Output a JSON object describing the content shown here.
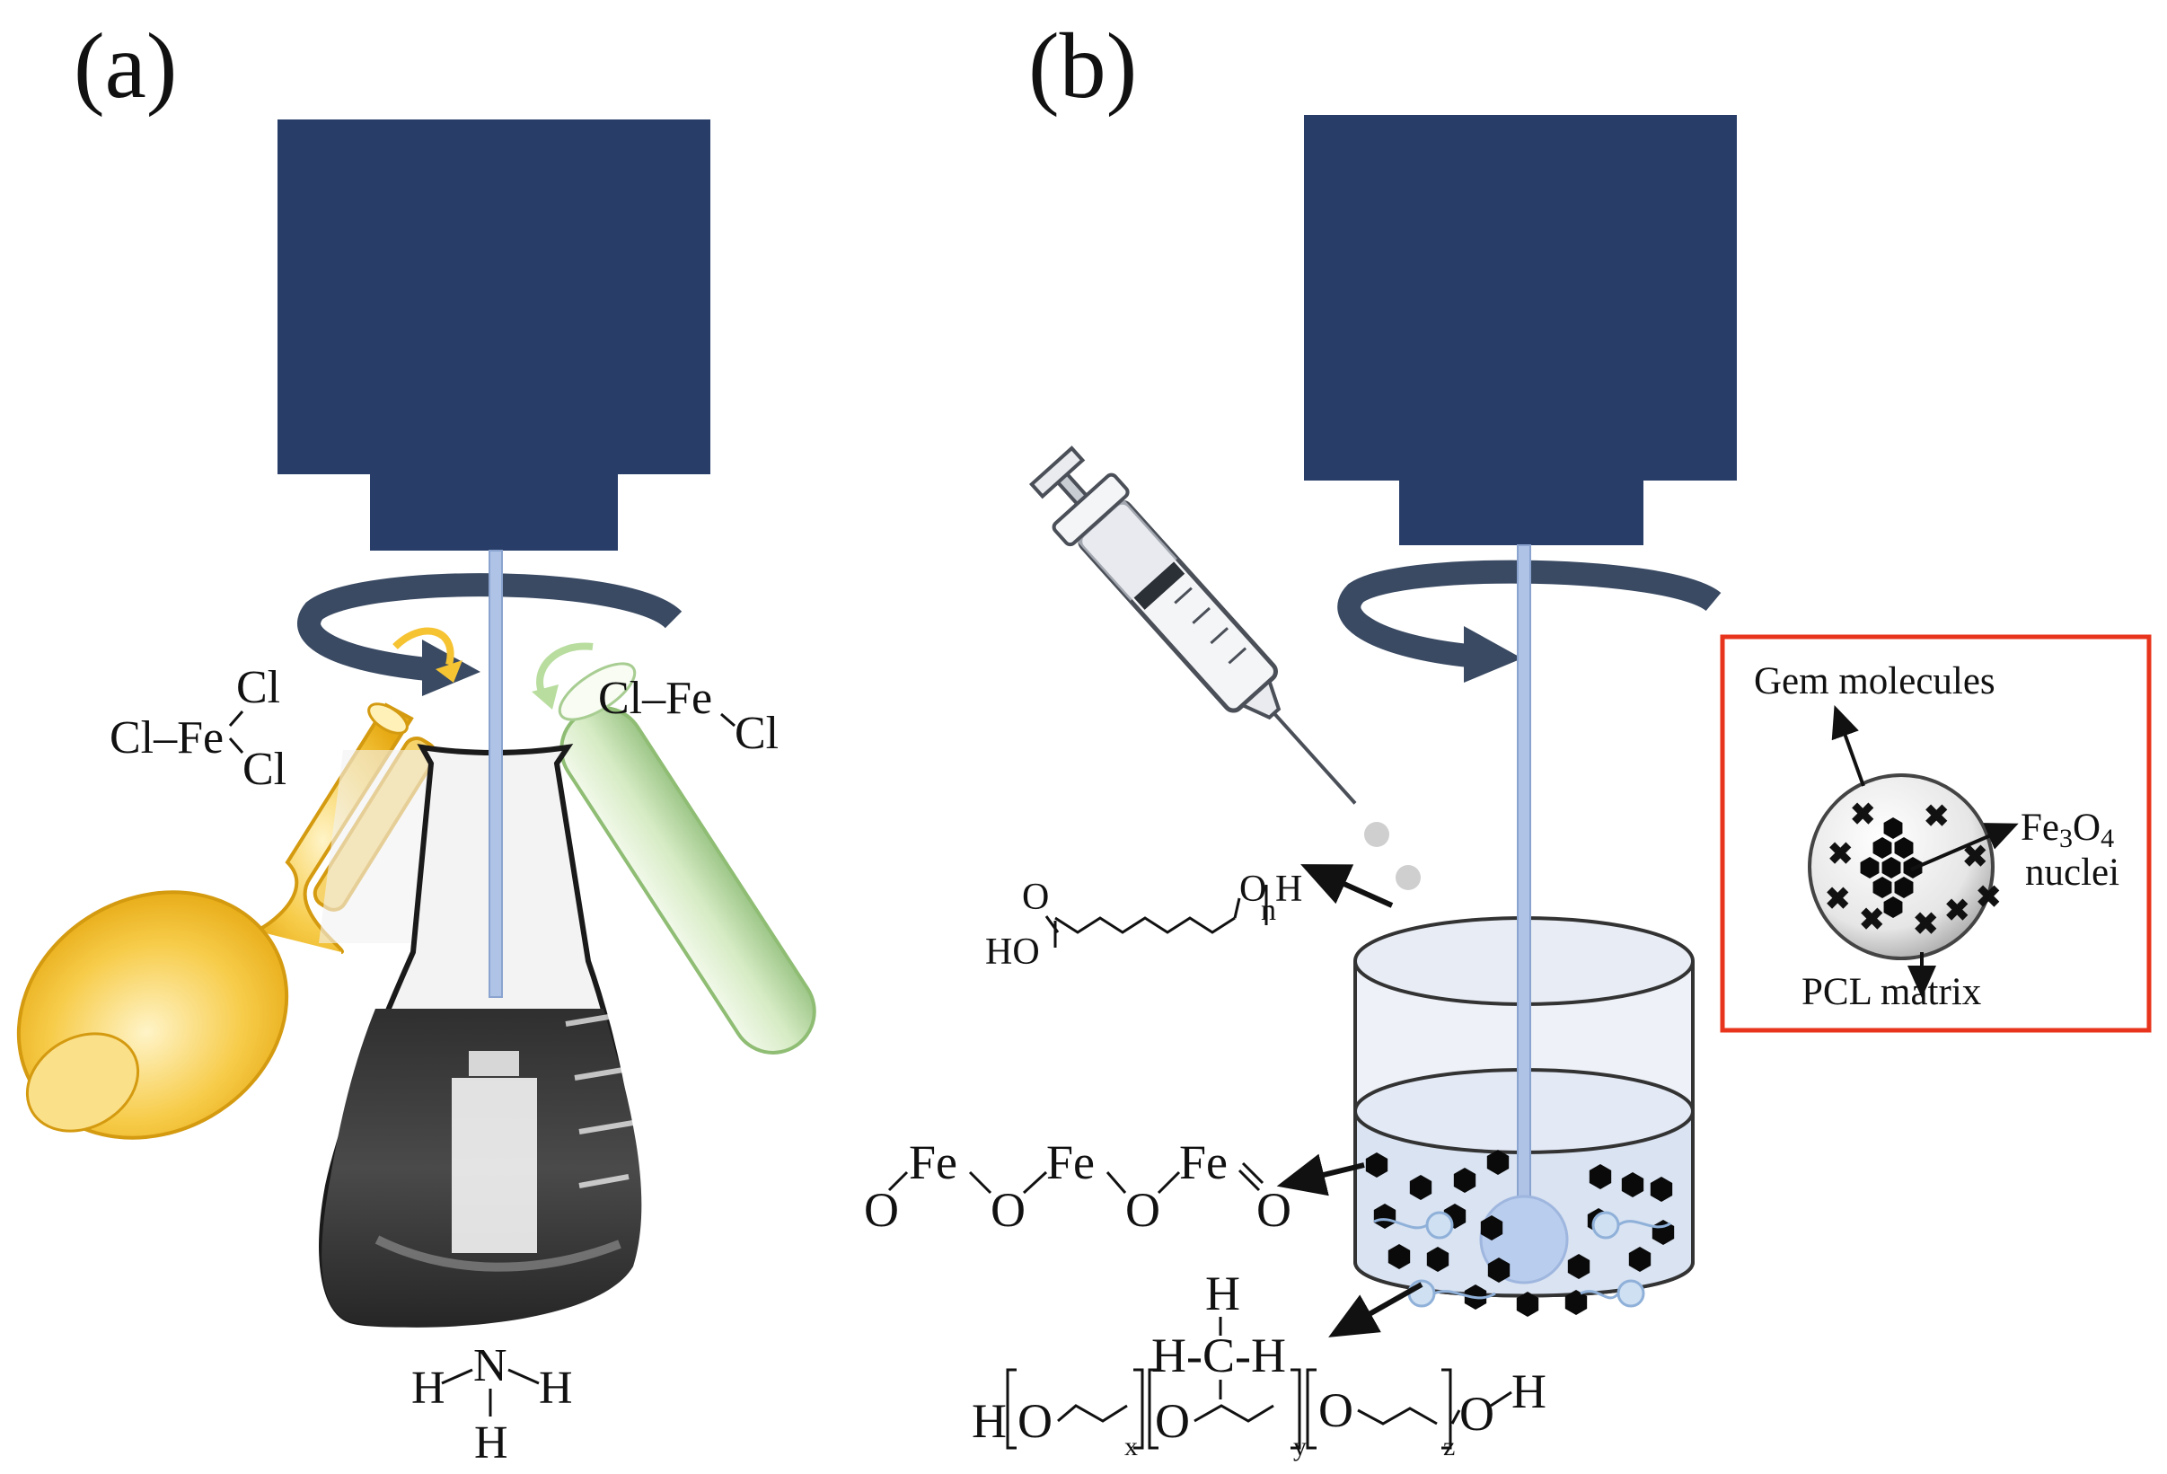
{
  "panels": {
    "a": {
      "label": "(a)"
    },
    "b": {
      "label": "(b)"
    }
  },
  "chem_a": {
    "fecl3_left": {
      "cl_top": "Cl",
      "cl_fe": "Cl–Fe",
      "cl_bottom": "Cl"
    },
    "fecl_right": {
      "cl_fe": "Cl–Fe",
      "cl_right": "Cl"
    },
    "ammonia": {
      "h_left": "H",
      "n": "N",
      "h_right": "H",
      "h_bottom": "H"
    }
  },
  "chem_b": {
    "pcl": {
      "o_top": "O",
      "h": "H",
      "n": "n",
      "o_carbonyl": "O",
      "ho": "HO"
    },
    "iron_oxide": {
      "fe1": "Fe",
      "fe2": "Fe",
      "fe3": "Fe",
      "o1": "O",
      "o2": "O",
      "o3": "O",
      "o4": "O"
    },
    "surfactant": {
      "h_top": "H",
      "hch": "H-C-H",
      "h_start": "H",
      "o1": "O",
      "sub_x": "x",
      "o2": "O",
      "sub_y": "y",
      "o3": "O",
      "sub_z": "z",
      "oh_o": "O",
      "oh_h": "H"
    }
  },
  "inset": {
    "gem_label": "Gem molecules",
    "fe_label": "Fe",
    "fe_sub3": "3",
    "o_label": "O",
    "o_sub4": "4",
    "nuclei_label": "nuclei",
    "matrix_label": "PCL matrix",
    "border_color": "#e8341c"
  },
  "colors": {
    "motor": "#283e69",
    "shaft": "#aec3e6",
    "rotation_arrow": "#3a4a63",
    "flask_gold": "#f2b519",
    "tube_green": "#cfe6b8",
    "gem_purple": "#7d3fb0"
  }
}
